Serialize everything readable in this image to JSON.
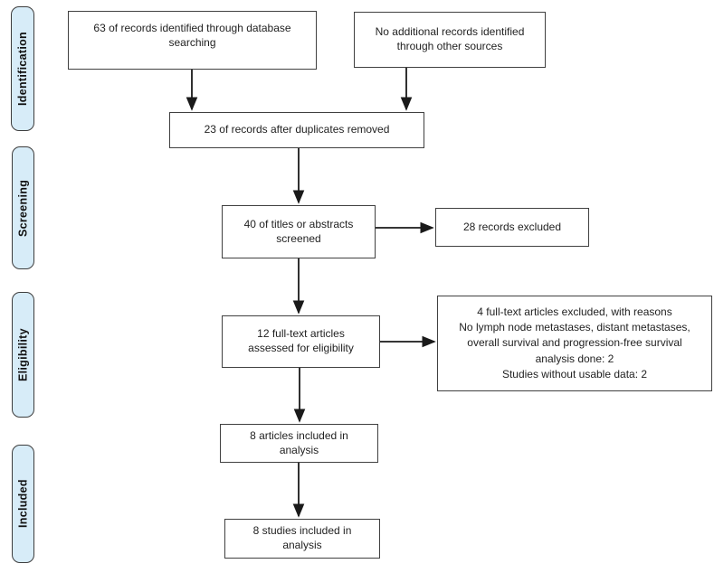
{
  "diagram": {
    "type": "prisma-flow",
    "stages": [
      {
        "label": "Identification"
      },
      {
        "label": "Screening"
      },
      {
        "label": "Eligibility"
      },
      {
        "label": "Included"
      }
    ],
    "nodes": {
      "records_identified": {
        "lines": [
          "63 of records identified through database",
          "searching"
        ]
      },
      "additional_records": {
        "lines": [
          "No additional records identified",
          "through other sources"
        ]
      },
      "after_duplicates": {
        "lines": [
          "23 of records after duplicates removed"
        ]
      },
      "titles_screened": {
        "lines": [
          "40 of titles or abstracts",
          "screened"
        ]
      },
      "records_excluded": {
        "lines": [
          "28 records excluded"
        ]
      },
      "fulltext_assessed": {
        "lines": [
          "12 full-text articles",
          "assessed for eligibility"
        ]
      },
      "fulltext_excluded": {
        "lines": [
          "4 full-text articles excluded, with reasons",
          "No lymph node metastases, distant metastases,",
          "overall survival and progression-free survival",
          "analysis done: 2",
          "Studies without usable data: 2"
        ]
      },
      "articles_included": {
        "lines": [
          "8 articles included in",
          "analysis"
        ]
      },
      "studies_included": {
        "lines": [
          "8 studies included in",
          "analysis"
        ]
      }
    },
    "colors": {
      "stage_fill": "#d7ecf8",
      "stage_border": "#3d3d3d",
      "box_fill": "#ffffff",
      "box_border": "#404040",
      "arrow": "#1a1a1a",
      "text": "#1f1f1f"
    }
  }
}
